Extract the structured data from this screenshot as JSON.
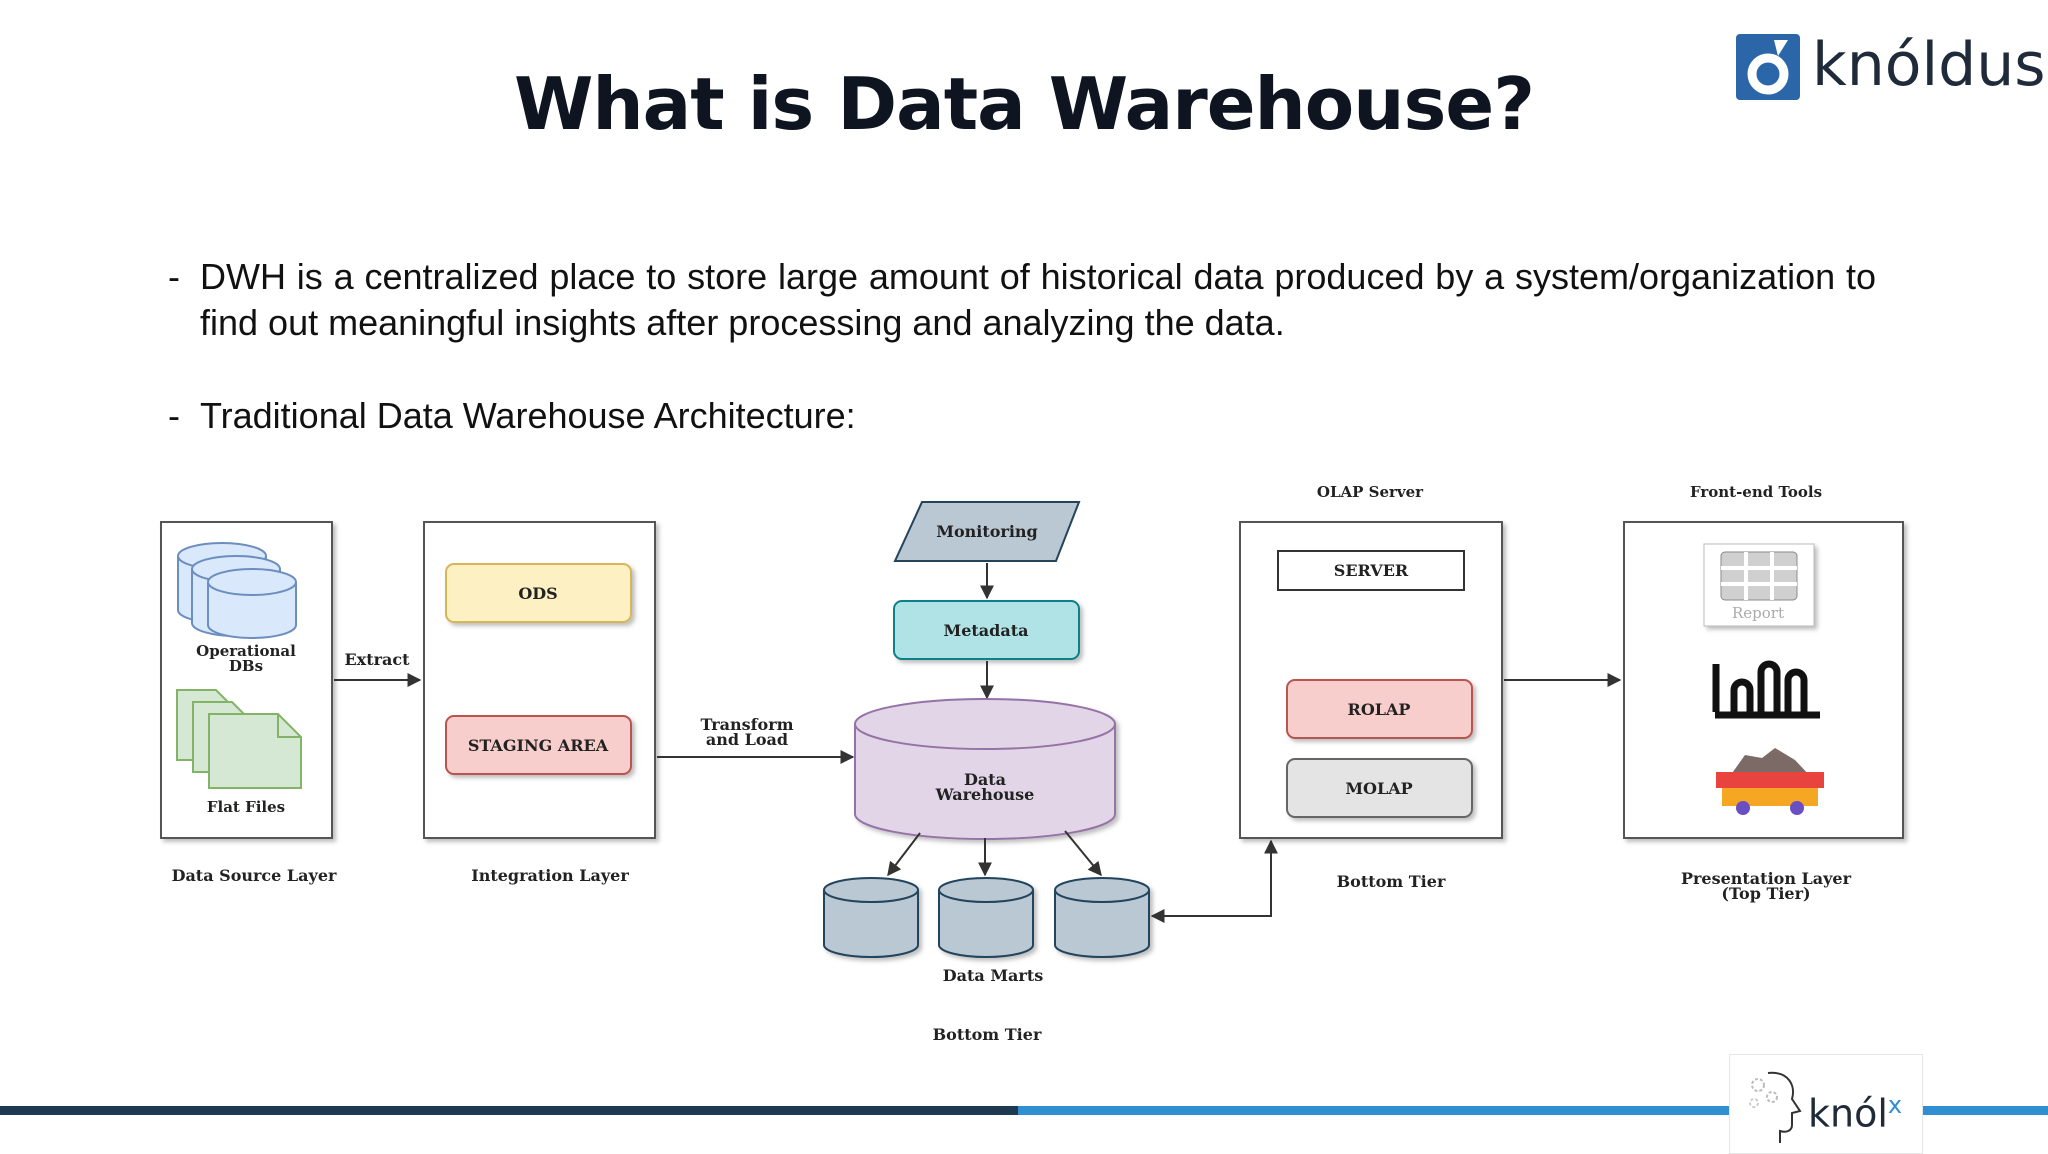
{
  "slide": {
    "title": "What is Data Warehouse?",
    "bullets": [
      {
        "dash": "-",
        "text": "DWH is a centralized place to store large amount of historical data produced by a system/organization to find out meaningful insights after processing and analyzing the data."
      },
      {
        "dash": "-",
        "text": "Traditional Data Warehouse Architecture:"
      }
    ]
  },
  "logo": {
    "text": "knóldus",
    "mark_color": "#2a66a8"
  },
  "footer": {
    "knolx_text": "knól",
    "knolx_sup": "x"
  },
  "diagram": {
    "source": {
      "layer": "Data Source Layer",
      "operational": [
        "Operational",
        "DBs"
      ],
      "flat_files": "Flat Files"
    },
    "extract": "Extract",
    "integration": {
      "layer": "Integration Layer",
      "ods": "ODS",
      "staging": "STAGING AREA"
    },
    "transform": [
      "Transform",
      "and Load"
    ],
    "monitoring": "Monitoring",
    "metadata": "Metadata",
    "warehouse": [
      "Data",
      "Warehouse"
    ],
    "data_marts": "Data Marts",
    "marts_tier": "Bottom Tier",
    "olap": {
      "header": "OLAP Server",
      "server": "SERVER",
      "rolap": "ROLAP",
      "molap": "MOLAP",
      "tier": "Bottom Tier"
    },
    "frontend": {
      "header": "Front-end Tools",
      "report": "Report",
      "layer": [
        "Presentation Layer",
        "(Top Tier)"
      ]
    },
    "colors": {
      "ods": "#fdf0c2",
      "staging": "#f8cece",
      "metadata": "#b0e3e6",
      "warehouse": "#e1d5e7",
      "monitoring": "#bac8d3",
      "rolap": "#f8cecc",
      "molap": "#e4e4e4",
      "db": "#dae8fc",
      "files": "#d5e8d4",
      "marts": "#bac8d3"
    }
  }
}
